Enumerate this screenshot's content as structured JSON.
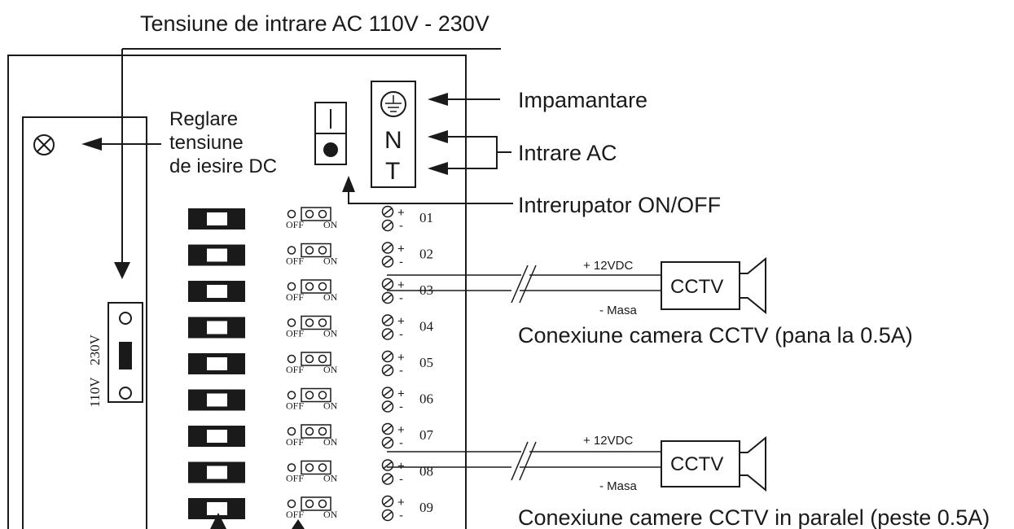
{
  "labels": {
    "input_voltage": "Tensiune de intrare AC 110V - 230V",
    "dc_adjust_1": "Reglare",
    "dc_adjust_2": "tensiune",
    "dc_adjust_3": "de iesire DC",
    "earth": "Impamantare",
    "ac_input": "Intrare AC",
    "switch": "Intrerupator ON/OFF",
    "camera_single": "Conexiune camera CCTV (pana la 0.5A)",
    "camera_parallel": "Conexiune camere CCTV in paralel (peste 0.5A)"
  },
  "power_switch": {
    "on_symbol": "I",
    "off_symbol": "●"
  },
  "terminal_block": {
    "neutral": "N",
    "line": "T"
  },
  "voltage_selector": {
    "high": "230V",
    "low": "110V"
  },
  "dip": {
    "off": "OFF",
    "on": "ON"
  },
  "terminals": {
    "plus": "+",
    "minus": "-"
  },
  "channels": [
    "01",
    "02",
    "03",
    "04",
    "05",
    "06",
    "07",
    "08",
    "09"
  ],
  "cameras": [
    {
      "positive": "+ 12VDC",
      "ground": "- Masa",
      "name": "CCTV",
      "channel": "03"
    },
    {
      "positive": "+ 12VDC",
      "ground": "- Masa",
      "name": "CCTV",
      "channel": "08"
    }
  ]
}
